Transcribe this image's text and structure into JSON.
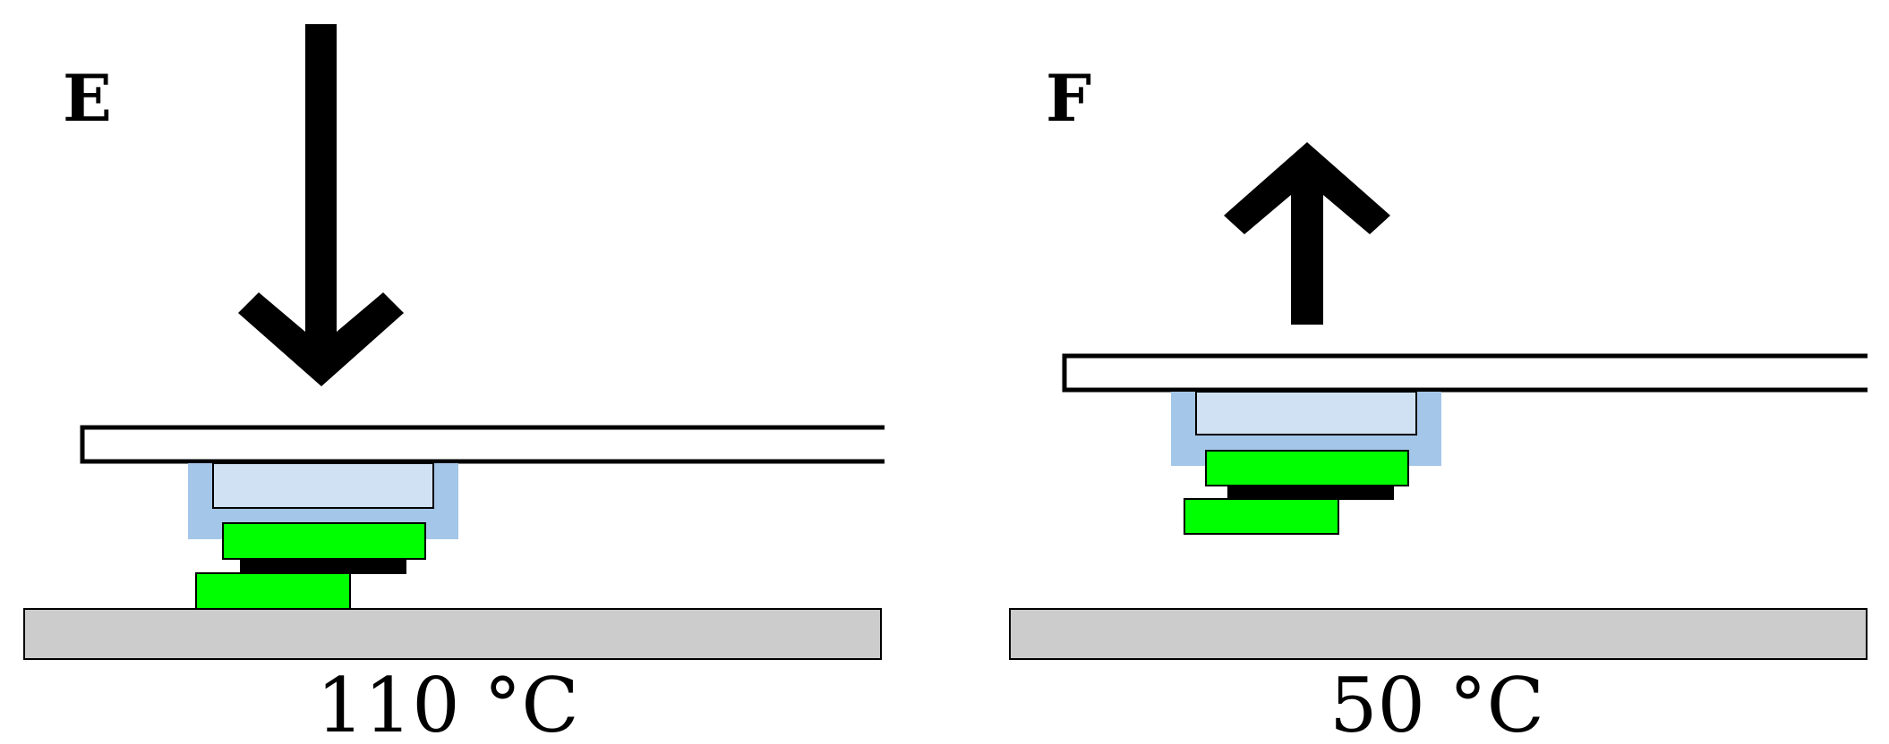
{
  "panels": [
    {
      "label": "E",
      "temperature": "110 °C",
      "arrow_direction": "down"
    },
    {
      "label": "F",
      "temperature": "50 °C",
      "arrow_direction": "up"
    }
  ],
  "colors": {
    "arrow": "#000000",
    "top_plate": "#ffffff",
    "bottom_plate": "#cccccc",
    "blue_region": "#a4c6e8",
    "light_blue_layer": "#cfe1f3",
    "green_layer": "#00ff00",
    "black_layer": "#000000"
  }
}
